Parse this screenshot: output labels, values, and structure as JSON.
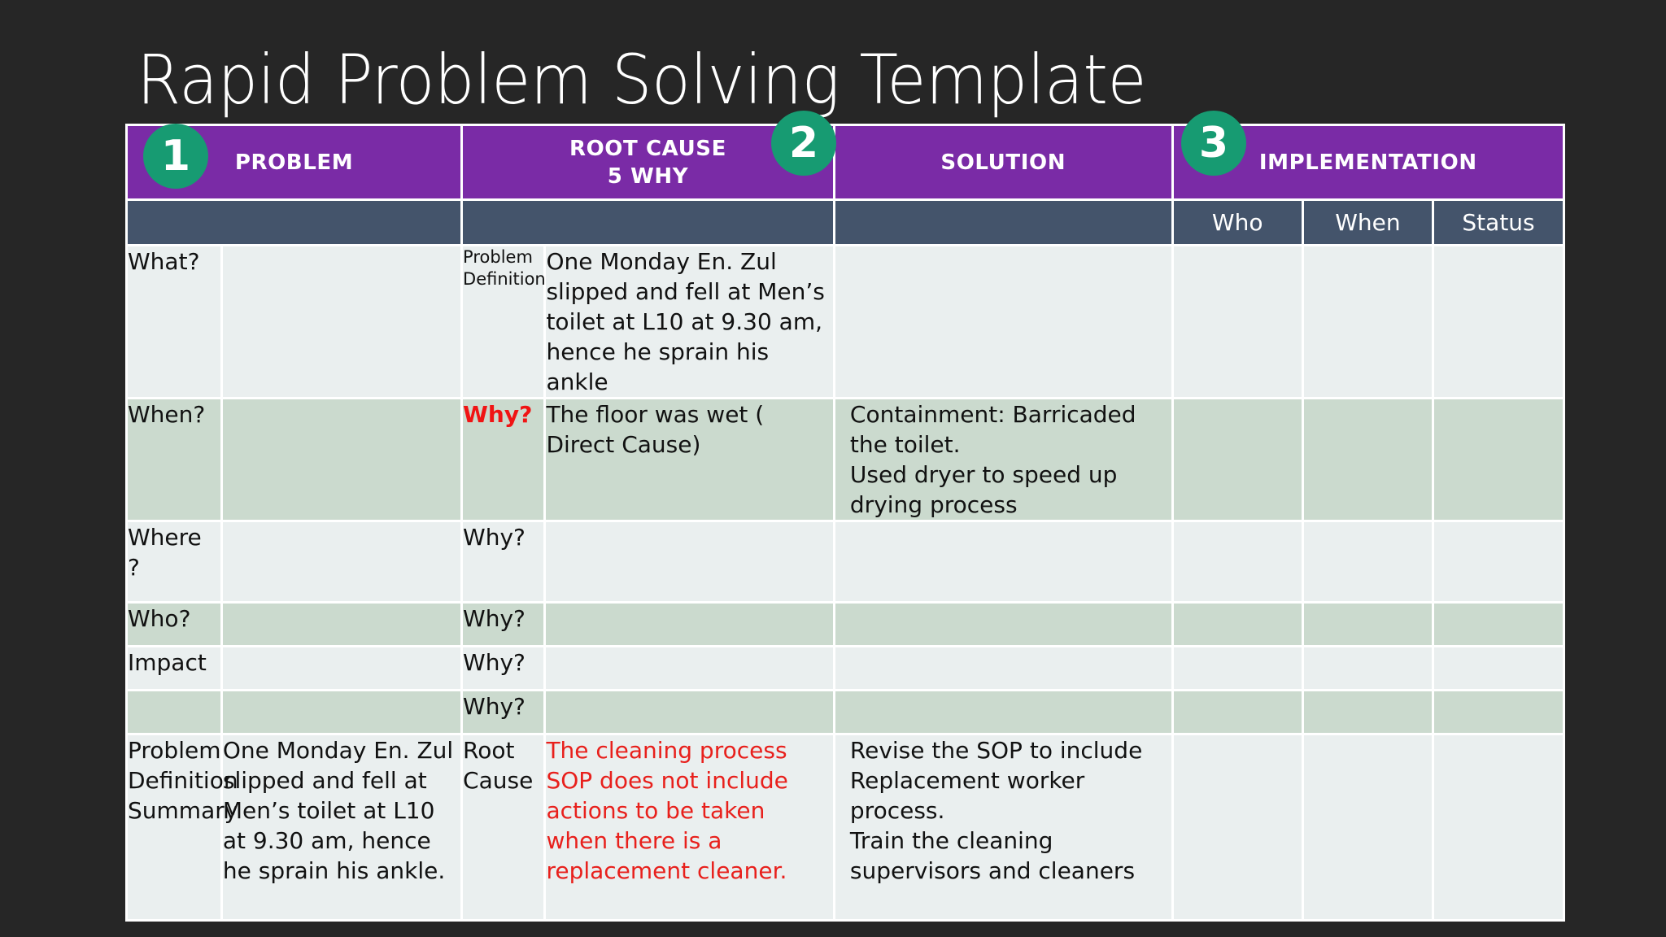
{
  "slide": {
    "title": "Rapid Problem Solving Template",
    "background_color": "#262626",
    "accent_purple": "#7A2BA6",
    "accent_teal": "#179B72",
    "accent_slate": "#44546B",
    "row_light": "#EAEFEF",
    "row_alt": "#CBDACE",
    "red": "#E8201C"
  },
  "badges": [
    {
      "label": "1"
    },
    {
      "label": "2"
    },
    {
      "label": "3"
    }
  ],
  "header": {
    "problem": "PROBLEM",
    "root_cause_line1": "ROOT CAUSE",
    "root_cause_line2": "5 WHY",
    "solution": "SOLUTION",
    "implementation": "IMPLEMENTATION"
  },
  "subheader": {
    "who": "Who",
    "when": "When",
    "status": "Status"
  },
  "rows": [
    {
      "question": "What?",
      "problem_detail": "",
      "why_label": "Problem Definition",
      "why_text": "One Monday En. Zul slipped and fell at Men’s toilet at L10 at 9.30 am, hence he sprain his ankle",
      "solution": "",
      "who": "",
      "when": "",
      "status": ""
    },
    {
      "question": "When?",
      "problem_detail": "",
      "why_label": "Why?",
      "why_text": "The floor was wet ( Direct Cause)",
      "solution": "Containment: Barricaded the toilet.\nUsed dryer to speed up drying process",
      "who": "",
      "when": "",
      "status": ""
    },
    {
      "question": "Where ?",
      "problem_detail": "",
      "why_label": "Why?",
      "why_text": "",
      "solution": "",
      "who": "",
      "when": "",
      "status": ""
    },
    {
      "question": "Who?",
      "problem_detail": "",
      "why_label": "Why?",
      "why_text": "",
      "solution": "",
      "who": "",
      "when": "",
      "status": ""
    },
    {
      "question": "Impact",
      "problem_detail": "",
      "why_label": "Why?",
      "why_text": "",
      "solution": "",
      "who": "",
      "when": "",
      "status": ""
    },
    {
      "question": "",
      "problem_detail": "",
      "why_label": "Why?",
      "why_text": "",
      "solution": "",
      "who": "",
      "when": "",
      "status": ""
    },
    {
      "question": "Problem Definition Summary",
      "problem_detail": "One Monday En. Zul slipped and fell at Men’s toilet at L10 at 9.30 am, hence he sprain his ankle.",
      "why_label": "Root Cause",
      "why_text": "The cleaning process SOP does not include actions to be taken when there is a replacement cleaner.",
      "solution": "Revise the SOP to include Replacement worker process.\nTrain the cleaning supervisors and cleaners",
      "who": "",
      "when": "",
      "status": ""
    }
  ]
}
